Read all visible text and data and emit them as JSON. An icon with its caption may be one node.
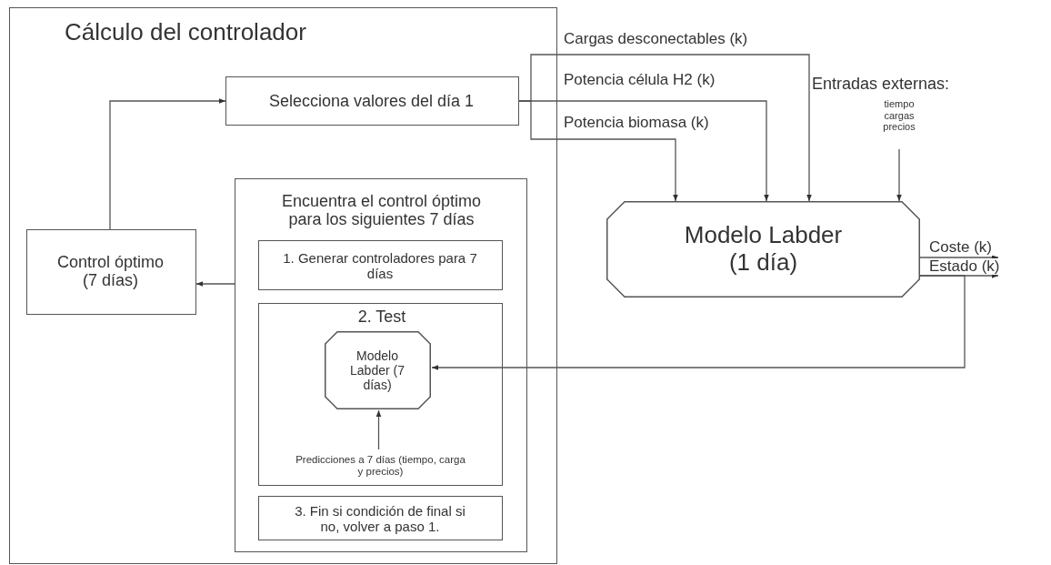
{
  "diagram": {
    "nodes": [
      {
        "text": [
          "Cálculo del controlador"
        ]
      },
      {
        "text": [
          "Selecciona valores del día 1"
        ],
        "in": 0
      },
      {
        "text": [
          "Control óptimo (7 días)"
        ],
        "in": 0
      },
      {
        "text": [
          "Encuentra el control óptimo para los siguientes 7 días"
        ],
        "in": 0
      },
      {
        "text": [
          "1. Generar controladores para 7 días"
        ],
        "in": 3
      },
      {
        "text": [
          "2. Test"
        ],
        "in": 3
      },
      {
        "text": [
          "Modelo Labder (7 días)"
        ],
        "in": 5
      },
      {
        "text": [
          "Predicciones a 7 días (tiempo, carga y precios)"
        ],
        "in": 5
      },
      {
        "text": [
          "3. Fin si condición de final si no, volver a paso 1."
        ],
        "in": 3
      },
      {
        "text": [
          "Modelo Labder (1 día)"
        ]
      },
      {
        "text": [
          "Entradas externas:",
          "tiempo cargas precios"
        ]
      }
    ],
    "edges": [
      {
        "from": 1,
        "to": 9,
        "arrow": "to",
        "label": "Cargas desconectables (k)"
      },
      {
        "from": 1,
        "to": 9,
        "arrow": "to",
        "label": "Potencia célula H2 (k)"
      },
      {
        "from": 1,
        "to": 9,
        "arrow": "to",
        "label": "Potencia biomasa (k)"
      },
      {
        "from": 10,
        "to": 9,
        "arrow": "to"
      },
      {
        "from": 9,
        "to": null,
        "arrow": "to",
        "label": "Coste (k)"
      },
      {
        "from": 9,
        "to": null,
        "arrow": "to",
        "label": "Estado (k)"
      },
      {
        "from": 9,
        "to": 6,
        "arrow": "to"
      },
      {
        "from": 7,
        "to": 6,
        "arrow": "to"
      },
      {
        "from": 3,
        "to": 2,
        "arrow": "to"
      },
      {
        "from": 2,
        "to": 1,
        "arrow": "to"
      }
    ]
  }
}
